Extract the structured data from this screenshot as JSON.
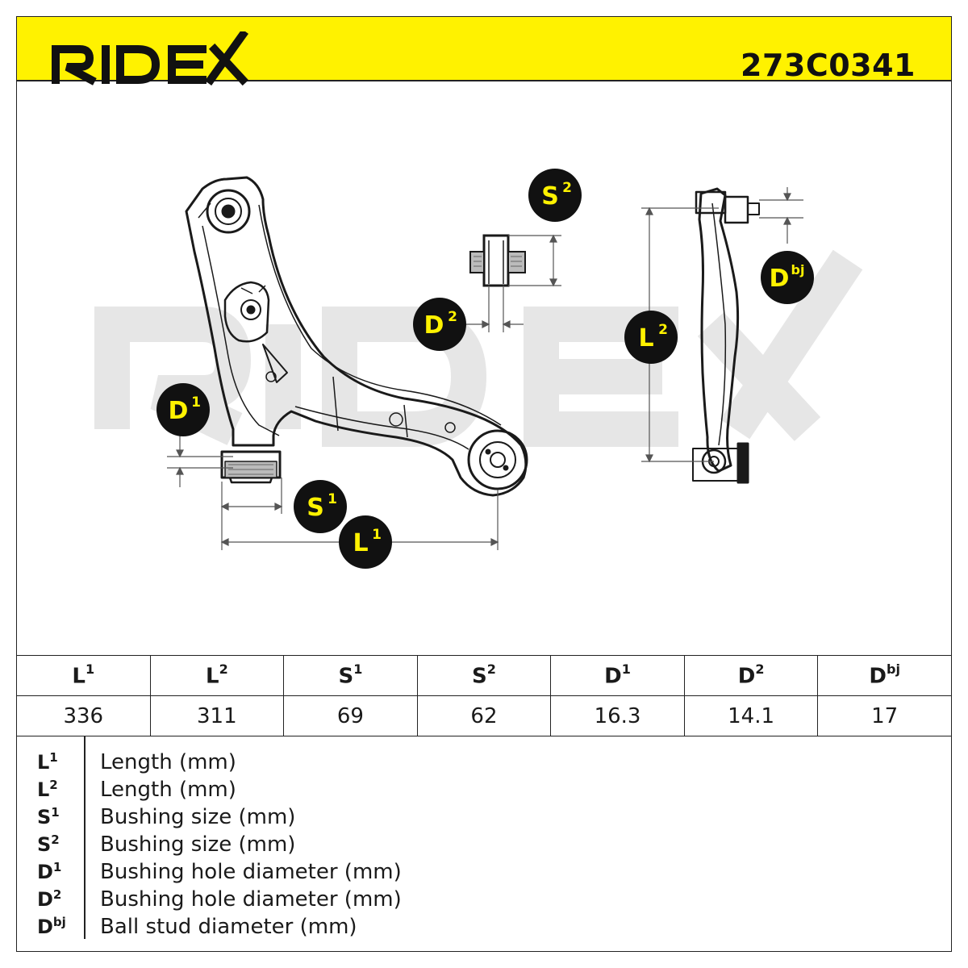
{
  "header": {
    "brand": "RIDEX",
    "part_number": "273C0341",
    "background_color": "#FFF200"
  },
  "labels": {
    "L1": {
      "base": "L",
      "sup": "1"
    },
    "L2": {
      "base": "L",
      "sup": "2"
    },
    "S1": {
      "base": "S",
      "sup": "1"
    },
    "S2": {
      "base": "S",
      "sup": "2"
    },
    "D1": {
      "base": "D",
      "sup": "1"
    },
    "D2": {
      "base": "D",
      "sup": "2"
    },
    "Dbj": {
      "base": "D",
      "sup": "bj"
    }
  },
  "table": {
    "columns": [
      {
        "base": "L",
        "sup": "1",
        "value": "336"
      },
      {
        "base": "L",
        "sup": "2",
        "value": "311"
      },
      {
        "base": "S",
        "sup": "1",
        "value": "69"
      },
      {
        "base": "S",
        "sup": "2",
        "value": "62"
      },
      {
        "base": "D",
        "sup": "1",
        "value": "16.3"
      },
      {
        "base": "D",
        "sup": "2",
        "value": "14.1"
      },
      {
        "base": "D",
        "sup": "bj",
        "value": "17"
      }
    ]
  },
  "legend": [
    {
      "base": "L",
      "sup": "1",
      "desc": "Length (mm)"
    },
    {
      "base": "L",
      "sup": "2",
      "desc": "Length (mm)"
    },
    {
      "base": "S",
      "sup": "1",
      "desc": "Bushing size (mm)"
    },
    {
      "base": "S",
      "sup": "2",
      "desc": "Bushing size (mm)"
    },
    {
      "base": "D",
      "sup": "1",
      "desc": "Bushing hole diameter (mm)"
    },
    {
      "base": "D",
      "sup": "2",
      "desc": "Bushing hole diameter (mm)"
    },
    {
      "base": "D",
      "sup": "bj",
      "desc": "Ball stud diameter (mm)"
    }
  ],
  "colors": {
    "accent": "#FFF200",
    "badge": "#111111",
    "watermark": "#E6E6E6"
  }
}
